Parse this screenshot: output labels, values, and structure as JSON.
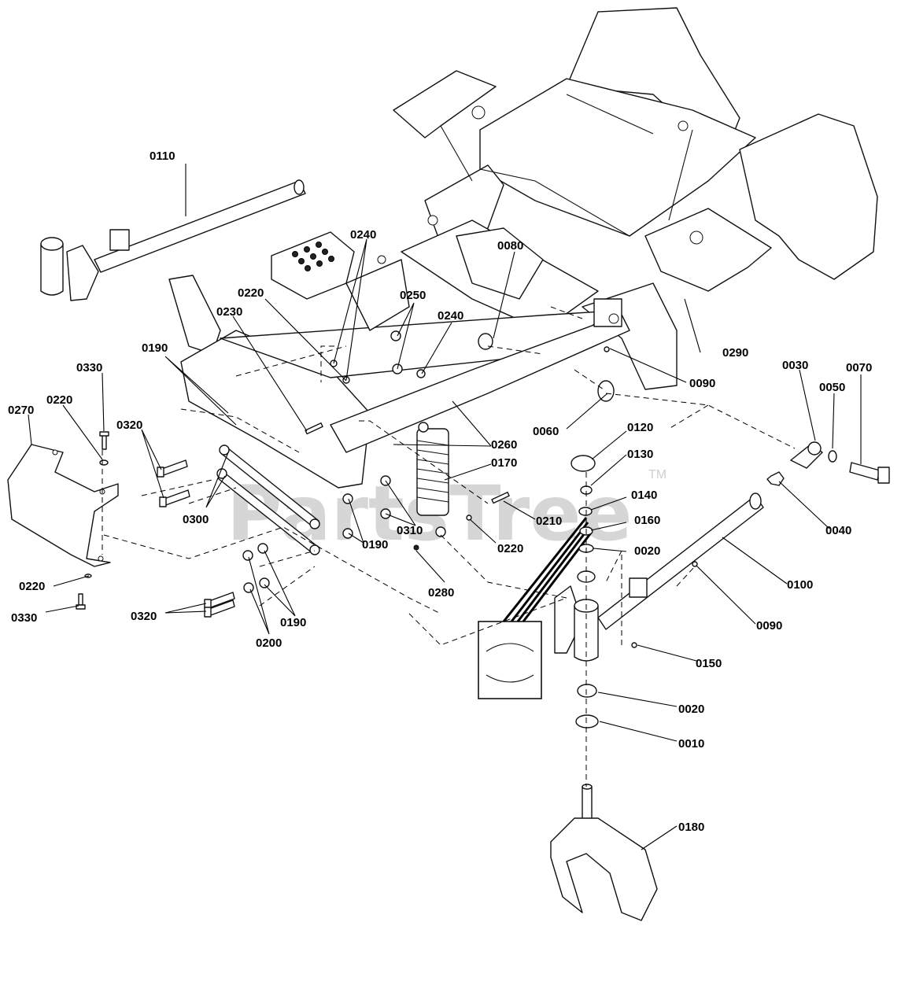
{
  "watermark": {
    "text": "PartsTree",
    "tm": "TM"
  },
  "labels": [
    {
      "id": "0110",
      "text": "0110"
    },
    {
      "id": "0240a",
      "text": "0240"
    },
    {
      "id": "0080",
      "text": "0080"
    },
    {
      "id": "0220a",
      "text": "0220"
    },
    {
      "id": "0230",
      "text": "0230"
    },
    {
      "id": "0250",
      "text": "0250"
    },
    {
      "id": "0240b",
      "text": "0240"
    },
    {
      "id": "0190a",
      "text": "0190"
    },
    {
      "id": "0290",
      "text": "0290"
    },
    {
      "id": "0090a",
      "text": "0090"
    },
    {
      "id": "0030",
      "text": "0030"
    },
    {
      "id": "0050",
      "text": "0050"
    },
    {
      "id": "0070",
      "text": "0070"
    },
    {
      "id": "0330a",
      "text": "0330"
    },
    {
      "id": "0270",
      "text": "0270"
    },
    {
      "id": "0220b",
      "text": "0220"
    },
    {
      "id": "0320a",
      "text": "0320"
    },
    {
      "id": "0060",
      "text": "0060"
    },
    {
      "id": "0260",
      "text": "0260"
    },
    {
      "id": "0120",
      "text": "0120"
    },
    {
      "id": "0170",
      "text": "0170"
    },
    {
      "id": "0130",
      "text": "0130"
    },
    {
      "id": "0140",
      "text": "0140"
    },
    {
      "id": "0300",
      "text": "0300"
    },
    {
      "id": "0210",
      "text": "0210"
    },
    {
      "id": "0160",
      "text": "0160"
    },
    {
      "id": "0310",
      "text": "0310"
    },
    {
      "id": "0040",
      "text": "0040"
    },
    {
      "id": "0190b",
      "text": "0190"
    },
    {
      "id": "0220c",
      "text": "0220"
    },
    {
      "id": "0020a",
      "text": "0020"
    },
    {
      "id": "0280",
      "text": "0280"
    },
    {
      "id": "0100",
      "text": "0100"
    },
    {
      "id": "0220d",
      "text": "0220"
    },
    {
      "id": "0330b",
      "text": "0330"
    },
    {
      "id": "0320b",
      "text": "0320"
    },
    {
      "id": "0190c",
      "text": "0190"
    },
    {
      "id": "0090b",
      "text": "0090"
    },
    {
      "id": "0200",
      "text": "0200"
    },
    {
      "id": "0150",
      "text": "0150"
    },
    {
      "id": "0020b",
      "text": "0020"
    },
    {
      "id": "0010",
      "text": "0010"
    },
    {
      "id": "0180",
      "text": "0180"
    }
  ]
}
